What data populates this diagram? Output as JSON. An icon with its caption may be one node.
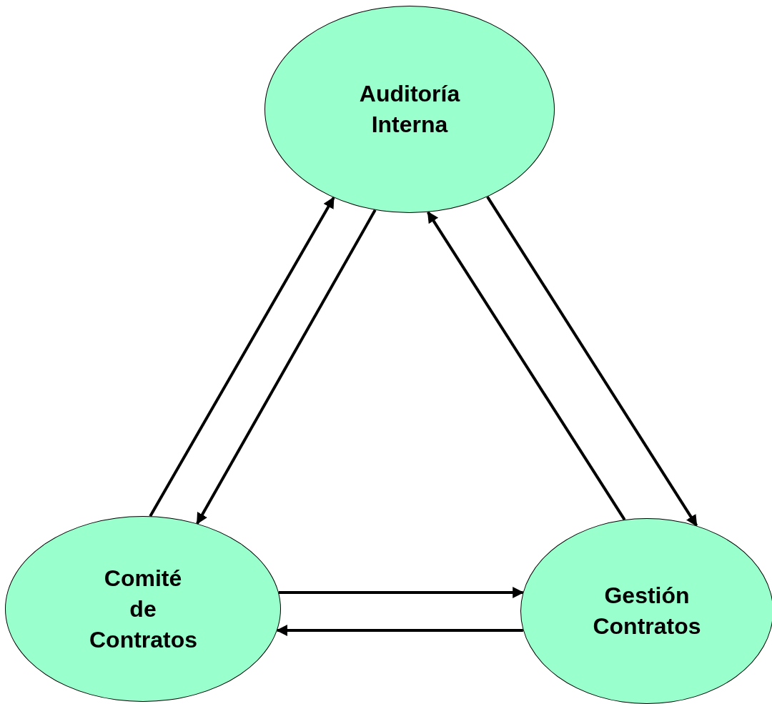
{
  "diagram": {
    "nodes": [
      {
        "text": [
          "Auditoría Interna"
        ]
      },
      {
        "text": [
          "Comité de Contratos"
        ]
      },
      {
        "text": [
          "Gestión Contratos"
        ]
      }
    ],
    "edges": [
      {
        "from": 1,
        "to": 0,
        "arrow": "to"
      },
      {
        "from": 0,
        "to": 1,
        "arrow": "to"
      },
      {
        "from": 2,
        "to": 0,
        "arrow": "to"
      },
      {
        "from": 0,
        "to": 2,
        "arrow": "to"
      },
      {
        "from": 1,
        "to": 2,
        "arrow": "to"
      },
      {
        "from": 2,
        "to": 1,
        "arrow": "to"
      }
    ]
  }
}
